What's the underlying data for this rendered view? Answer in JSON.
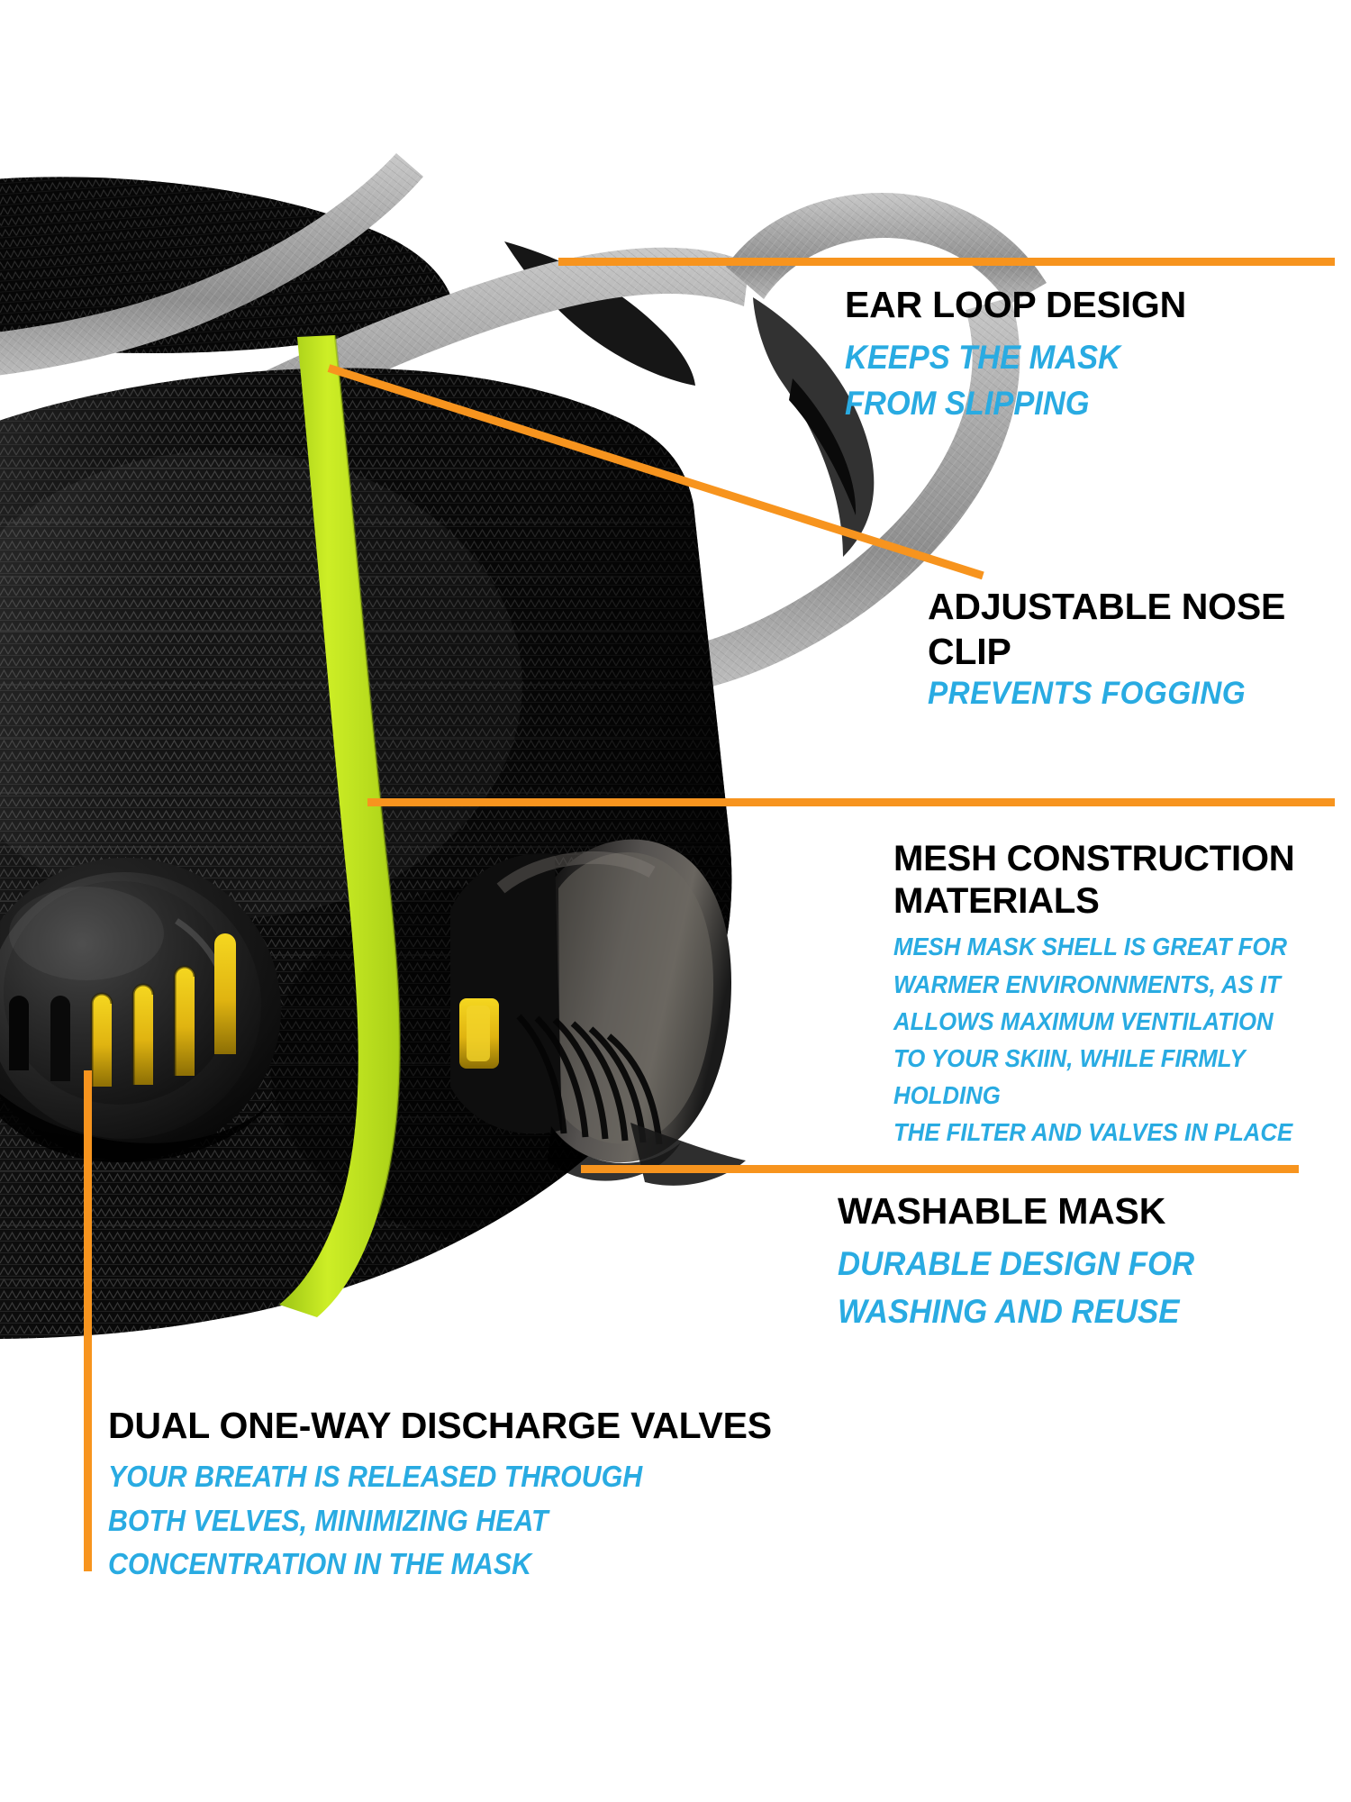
{
  "theme": {
    "background": "#FFFFFF",
    "leader_line_color": "#F7941E",
    "title_color": "#000000",
    "body_color": "#29ABE2",
    "mask_strap_color": "#9A9A9A",
    "mask_shell_color": "#121212",
    "mask_seam_color": "#C3E119",
    "valve_vent_color": "#E8C21A"
  },
  "product": {
    "name": "mesh sport face mask with dual exhalation valves"
  },
  "callouts": [
    {
      "id": "ear-loop-design",
      "title": "EAR LOOP DESIGN",
      "body_lines": [
        "KEEPS THE MASK",
        "FROM SLIPPING"
      ]
    },
    {
      "id": "adjustable-nose-clip",
      "title": "ADJUSTABLE NOSE CLIP",
      "body_lines": [
        "PREVENTS  FOGGING"
      ]
    },
    {
      "id": "mesh-construction-materials",
      "title": "MESH CONSTRUCTION MATERIALS",
      "body_lines": [
        "MESH MASK SHELL IS GREAT FOR",
        "WARMER ENVIRONNMENTS, AS IT",
        "ALLOWS MAXIMUM VENTILATION",
        "TO YOUR SKIIN, WHILE FIRMLY HOLDING",
        "THE FILTER AND VALVES IN PLACE"
      ]
    },
    {
      "id": "washable-mask",
      "title": "WASHABLE MASK",
      "body_lines": [
        "DURABLE DESIGN FOR",
        "WASHING AND REUSE"
      ]
    },
    {
      "id": "dual-one-way-discharge-valves",
      "title": "DUAL ONE-WAY DISCHARGE VALVES",
      "body_lines": [
        "YOUR BREATH IS RELEASED THROUGH",
        "BOTH VELVES, MINIMIZING HEAT",
        "CONCENTRATION IN THE MASK"
      ]
    }
  ]
}
